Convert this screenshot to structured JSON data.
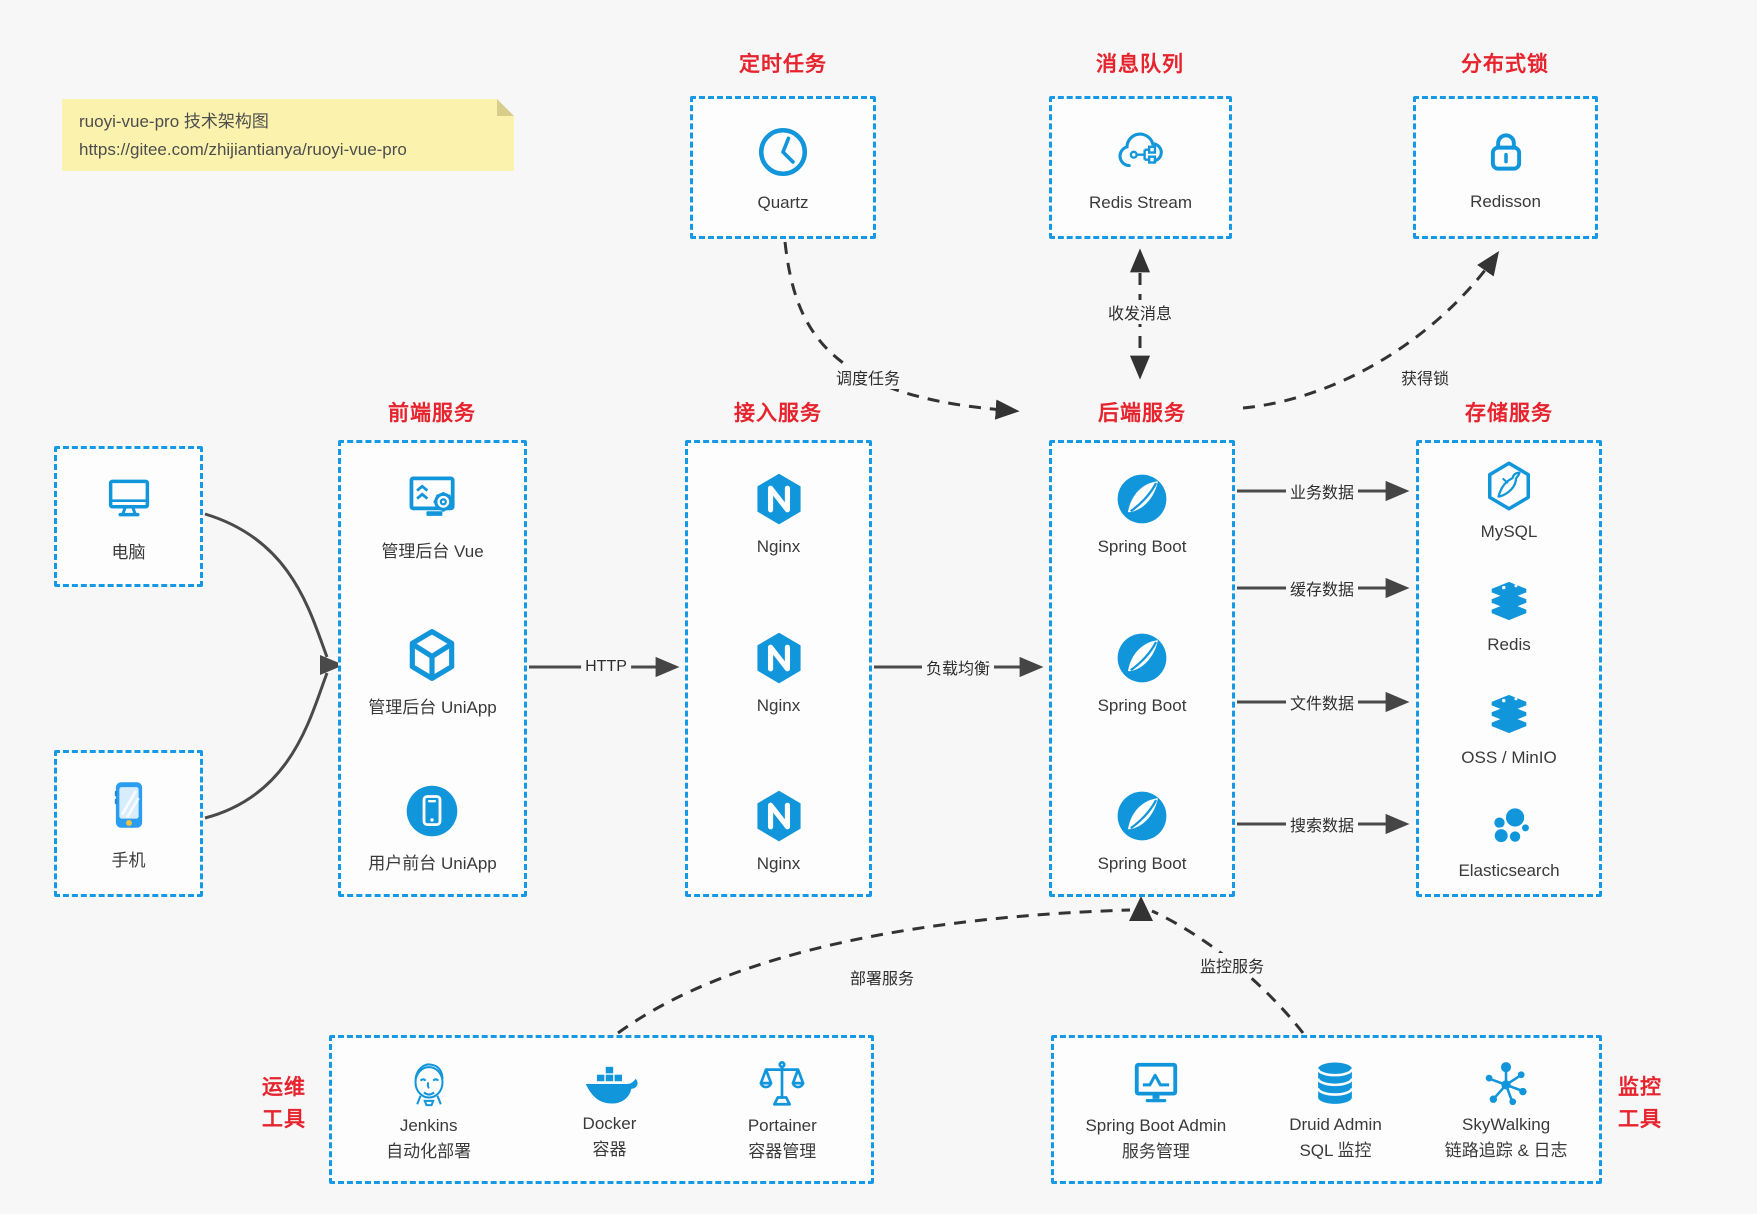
{
  "note": {
    "line1": "ruoyi-vue-pro 技术架构图",
    "line2": "https://gitee.com/zhijiantianya/ruoyi-vue-pro"
  },
  "top_services": [
    {
      "title": "定时任务",
      "label": "Quartz",
      "icon": "clock-icon"
    },
    {
      "title": "消息队列",
      "label": "Redis Stream",
      "icon": "cloud-network-icon"
    },
    {
      "title": "分布式锁",
      "label": "Redisson",
      "icon": "lock-icon"
    }
  ],
  "clients": [
    {
      "label": "电脑",
      "icon": "desktop-icon"
    },
    {
      "label": "手机",
      "icon": "smartphone-icon"
    }
  ],
  "columns": {
    "frontend": {
      "title": "前端服务",
      "items": [
        {
          "label": "管理后台 Vue",
          "icon": "admin-vue-icon"
        },
        {
          "label": "管理后台 UniApp",
          "icon": "uniapp-cube-icon"
        },
        {
          "label": "用户前台 UniApp",
          "icon": "user-app-icon"
        }
      ]
    },
    "gateway": {
      "title": "接入服务",
      "items": [
        {
          "label": "Nginx",
          "icon": "nginx-icon"
        },
        {
          "label": "Nginx",
          "icon": "nginx-icon"
        },
        {
          "label": "Nginx",
          "icon": "nginx-icon"
        }
      ]
    },
    "backend": {
      "title": "后端服务",
      "items": [
        {
          "label": "Spring Boot",
          "icon": "spring-icon"
        },
        {
          "label": "Spring Boot",
          "icon": "spring-icon"
        },
        {
          "label": "Spring Boot",
          "icon": "spring-icon"
        }
      ]
    },
    "storage": {
      "title": "存储服务",
      "items": [
        {
          "label": "MySQL",
          "icon": "mysql-icon"
        },
        {
          "label": "Redis",
          "icon": "redis-stack-icon"
        },
        {
          "label": "OSS / MinIO",
          "icon": "storage-stack-icon"
        },
        {
          "label": "Elasticsearch",
          "icon": "elasticsearch-icon"
        }
      ]
    }
  },
  "edges": {
    "http": "HTTP",
    "load_balance": "负载均衡",
    "business_data": "业务数据",
    "cache_data": "缓存数据",
    "file_data": "文件数据",
    "search_data": "搜索数据",
    "schedule_task": "调度任务",
    "send_receive_message": "收发消息",
    "acquire_lock": "获得锁",
    "deploy_service": "部署服务",
    "monitor_service": "监控服务"
  },
  "ops_tools": {
    "side_label_line1": "运维",
    "side_label_line2": "工具",
    "items": [
      {
        "name": "Jenkins",
        "desc": "自动化部署",
        "icon": "jenkins-icon"
      },
      {
        "name": "Docker",
        "desc": "容器",
        "icon": "docker-icon"
      },
      {
        "name": "Portainer",
        "desc": "容器管理",
        "icon": "portainer-icon"
      }
    ]
  },
  "monitor_tools": {
    "side_label_line1": "监控",
    "side_label_line2": "工具",
    "items": [
      {
        "name": "Spring Boot Admin",
        "desc": "服务管理",
        "icon": "admin-monitor-icon"
      },
      {
        "name": "Druid Admin",
        "desc": "SQL 监控",
        "icon": "database-icon"
      },
      {
        "name": "SkyWalking",
        "desc": "链路追踪 & 日志",
        "icon": "topology-icon"
      }
    ]
  },
  "colors": {
    "accent_blue": "#1296db",
    "border_blue": "#1598e5",
    "title_red": "#e7232d",
    "note_bg": "#faf2ad",
    "background": "#f7f7f7",
    "arrow_dark": "#3b3b3b"
  }
}
